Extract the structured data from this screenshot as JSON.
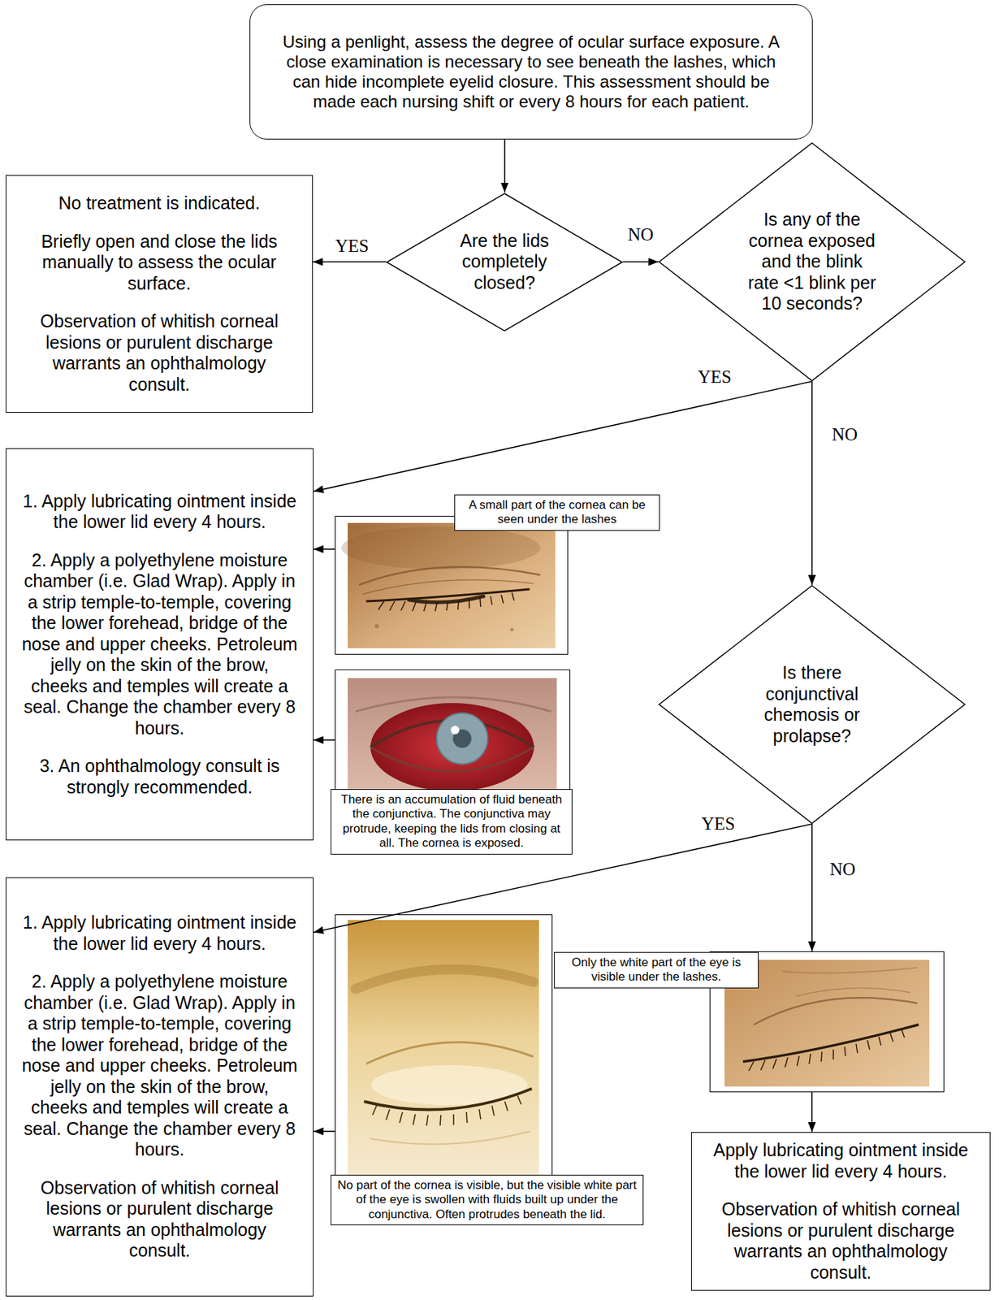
{
  "diagram": {
    "nodes": [
      {
        "text": [
          "Using a penlight, assess the degree of ocular surface exposure. A close examination is necessary to see beneath the lashes, which can hide incomplete eyelid closure. This assessment should be made each nursing shift or every 8 hours for each patient."
        ]
      },
      {
        "text": [
          "Are the lids completely closed?"
        ]
      },
      {
        "text": [
          "No treatment is indicated.",
          "Briefly open and close the lids manually to assess the ocular surface.",
          "Observation of whitish corneal lesions or purulent discharge warrants an ophthalmology consult."
        ]
      },
      {
        "text": [
          "Is any of the cornea exposed and the blink rate <1 blink per 10 seconds?"
        ]
      },
      {
        "text": [
          "1. Apply lubricating ointment inside the lower lid every 4 hours.",
          "2. Apply a polyethylene moisture chamber (i.e. Glad Wrap). Apply in a strip temple-to-temple, covering the lower forehead, bridge of the nose and upper cheeks. Petroleum jelly on the skin of the brow, cheeks and temples will create a seal. Change the chamber every 8 hours.",
          "3. An ophthalmology consult is strongly recommended."
        ]
      },
      {
        "text": [
          "A small part of the cornea can be seen under the lashes"
        ]
      },
      {
        "text": [
          "There is an accumulation of fluid beneath the conjunctiva. The conjunctiva may protrude, keeping the lids from closing at all. The cornea is exposed."
        ]
      },
      {
        "text": [
          "Is there conjunctival chemosis or prolapse?"
        ]
      },
      {
        "text": [
          "1. Apply lubricating ointment inside the lower lid every 4 hours.",
          "2. Apply a polyethylene moisture chamber (i.e. Glad Wrap). Apply in a strip temple-to-temple, covering the lower forehead, bridge of the nose and upper cheeks. Petroleum jelly on the skin of the brow, cheeks and temples will create a seal. Change the chamber every 8 hours.",
          "Observation of whitish corneal lesions or purulent discharge warrants an ophthalmology consult."
        ]
      },
      {
        "text": [
          "No part of the cornea is visible, but the visible white part of the eye is swollen with fluids built up under the conjunctiva. Often protrudes beneath the lid."
        ]
      },
      {
        "text": [
          "Only the white part of the eye is visible under the lashes."
        ]
      },
      {
        "text": [
          "Apply lubricating ointment inside the lower lid every 4 hours.",
          "Observation of whitish corneal lesions or purulent discharge warrants an ophthalmology consult."
        ]
      }
    ],
    "edges": [
      {
        "from": 0,
        "to": 1,
        "arrow": "to"
      },
      {
        "from": 1,
        "to": 2,
        "label": "YES",
        "arrow": "to"
      },
      {
        "from": 1,
        "to": 3,
        "label": "NO",
        "arrow": "to"
      },
      {
        "from": 3,
        "to": 4,
        "label": "YES",
        "arrow": "to"
      },
      {
        "from": 3,
        "to": 7,
        "label": "NO",
        "arrow": "to"
      },
      {
        "from": 7,
        "to": 8,
        "label": "YES",
        "arrow": "to"
      },
      {
        "from": 7,
        "to": 10,
        "label": "NO",
        "arrow": "to"
      },
      {
        "from": 10,
        "to": 11,
        "arrow": "to"
      },
      {
        "from": 5,
        "to": 4,
        "arrow": "to"
      },
      {
        "from": 6,
        "to": 4,
        "arrow": "to"
      },
      {
        "from": 9,
        "to": 8,
        "arrow": "to"
      }
    ]
  }
}
